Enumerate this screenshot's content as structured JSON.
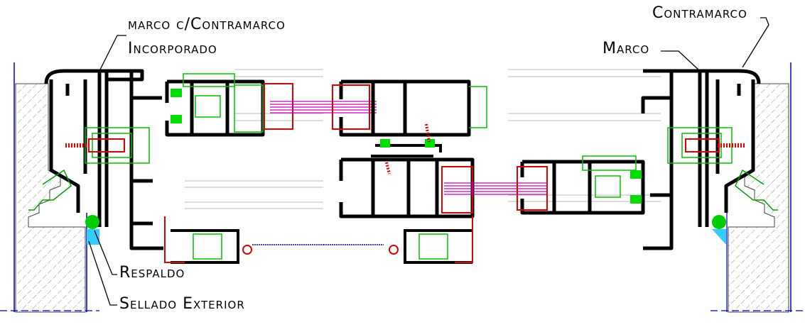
{
  "labels": {
    "marco_con_contramarco": "marco c/Contramarco",
    "incorporado": "Incorporado",
    "contramarco": "Contramarco",
    "marco": "Marco",
    "respaldo": "Respaldo",
    "sellado_exterior": "Sellado Exterior"
  },
  "colors": {
    "profile": "#000000",
    "wall_hatch": "#7a7a7a",
    "gasket_green": "#00c000",
    "seal_red": "#e00000",
    "glass_magenta": "#c000c0",
    "backer_rod": "#00cc00",
    "sealant_cyan": "#33ccff",
    "dim_blue": "#0000cc",
    "glass_lines": "#b0b0b0"
  }
}
